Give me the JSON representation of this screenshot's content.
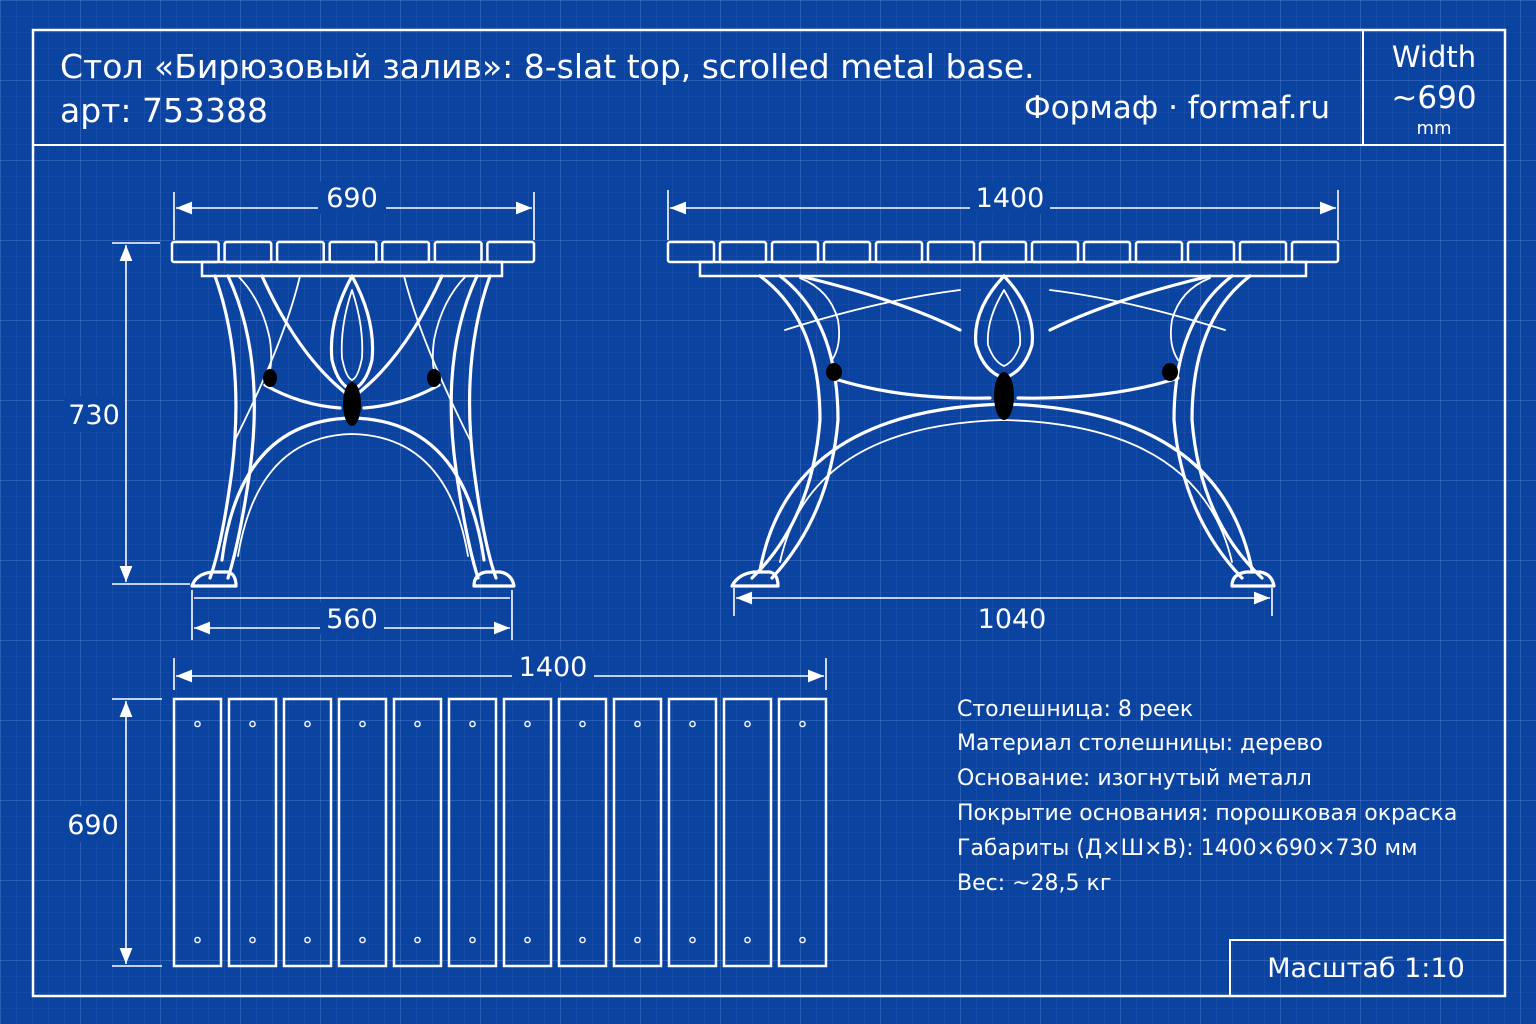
{
  "header": {
    "title": "Стол «Бирюзовый залив»: 8-slat top, scrolled metal base.",
    "article": "арт: 753388",
    "brand": "Формаф · formaf.ru"
  },
  "corner_box": {
    "label": "Width",
    "value": "~690",
    "unit": "mm"
  },
  "front_view": {
    "top_width": "690",
    "height": "730",
    "base_width": "560"
  },
  "side_view": {
    "top_length": "1400",
    "base_length": "1040"
  },
  "top_view": {
    "length": "1400",
    "width": "690",
    "slat_count": 12
  },
  "specs": [
    "Столешница: 8 реек",
    "Материал столешницы: дерево",
    "Основание: изогнутый металл",
    "Покрытие основания: порошковая окраска",
    "Габариты (Д×Ш×В): 1400×690×730 мм",
    "Вес: ~28,5 кг"
  ],
  "scale": "Масштаб 1:10",
  "colors": {
    "background": "#0b43a0",
    "grid": "#3f6fc2",
    "line": "#ffffff"
  }
}
